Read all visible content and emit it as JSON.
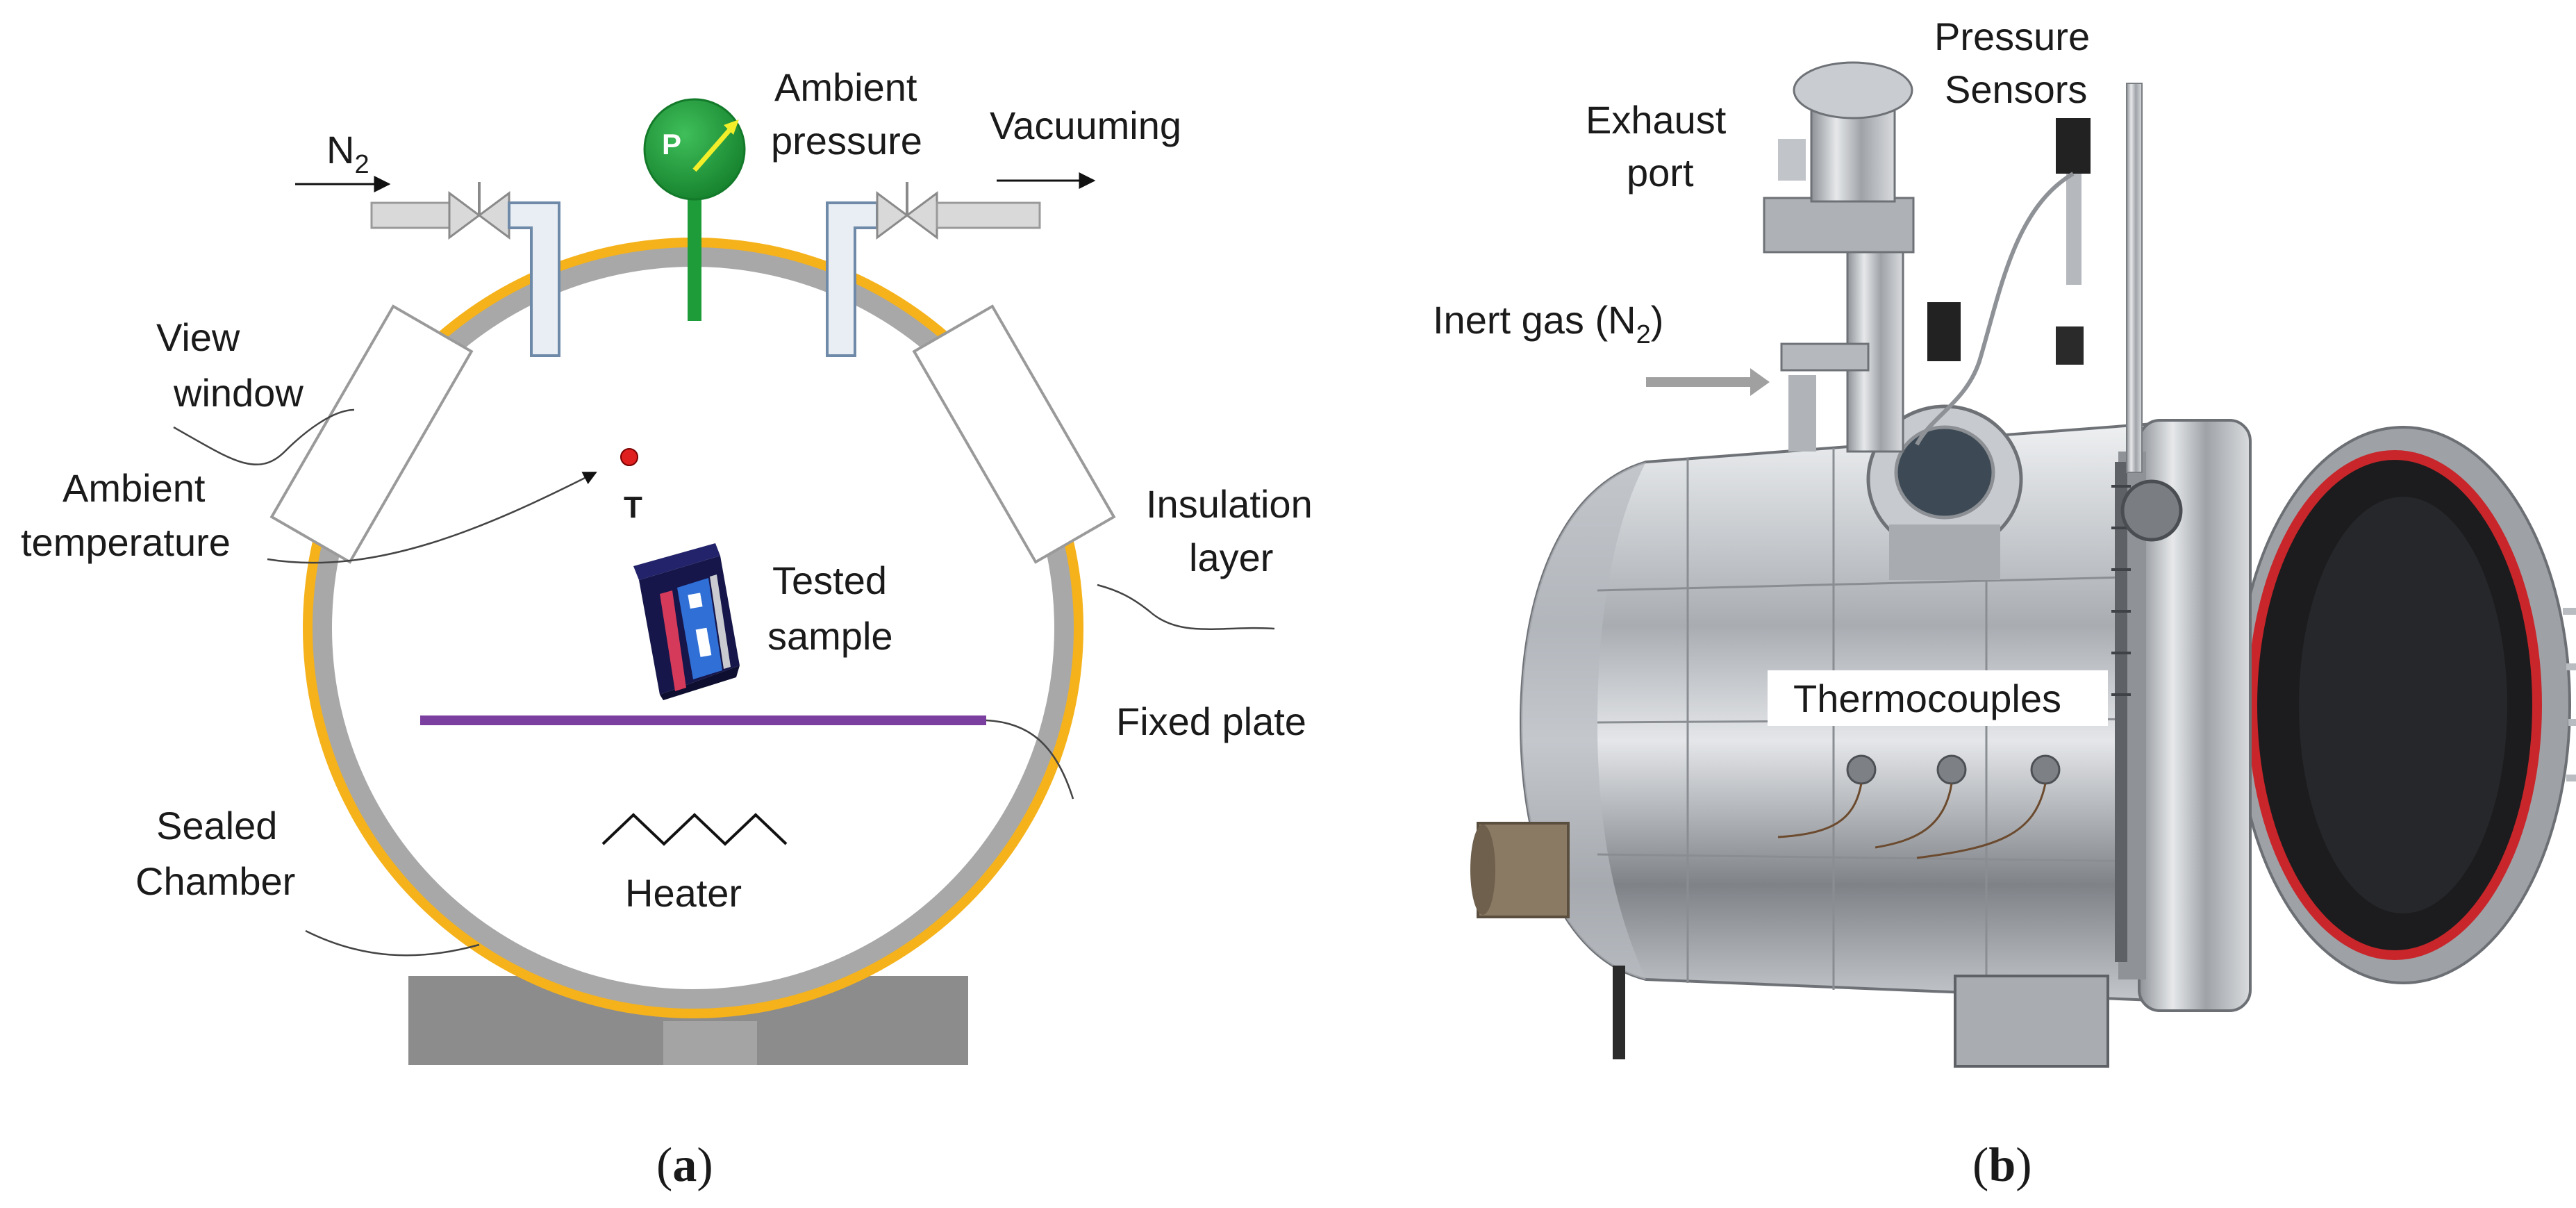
{
  "panel_a": {
    "inlet_label": "N",
    "inlet_sub": "2",
    "gauge_letter": "P",
    "ambient_pressure": [
      "Ambient",
      "pressure"
    ],
    "vacuuming": "Vacuuming",
    "view_window": [
      "View",
      "window"
    ],
    "ambient_temperature": [
      "Ambient",
      "temperature"
    ],
    "temp_marker": "T",
    "tested_sample": [
      "Tested",
      "sample"
    ],
    "insulation_layer": [
      "Insulation",
      "layer"
    ],
    "fixed_plate": "Fixed plate",
    "sealed_chamber": [
      "Sealed",
      "Chamber"
    ],
    "heater": "Heater",
    "caption_open": "(",
    "caption_letter": "a",
    "caption_close": ")"
  },
  "panel_b": {
    "pressure_sensors": [
      "Pressure",
      "Sensors"
    ],
    "exhaust_port": [
      "Exhaust",
      "port"
    ],
    "inert_gas": "Inert gas (N",
    "inert_gas_sub": "2",
    "inert_gas_close": ")",
    "thermocouples": "Thermocouples",
    "caption_open": "(",
    "caption_letter": "b",
    "caption_close": ")"
  },
  "colors": {
    "insulation": "#f5b21b",
    "chamber_wall": "#a8a8a8",
    "gauge": "#1f9c3a",
    "gauge_arrow": "#f2ee2a",
    "fixed_plate": "#7b3fa0",
    "pipe_fill": "#e8eef4",
    "pipe_stroke": "#6f8aa8",
    "base": "#8a8a8a",
    "steel": "#c9ccd0",
    "door_gasket": "#c8262a"
  }
}
